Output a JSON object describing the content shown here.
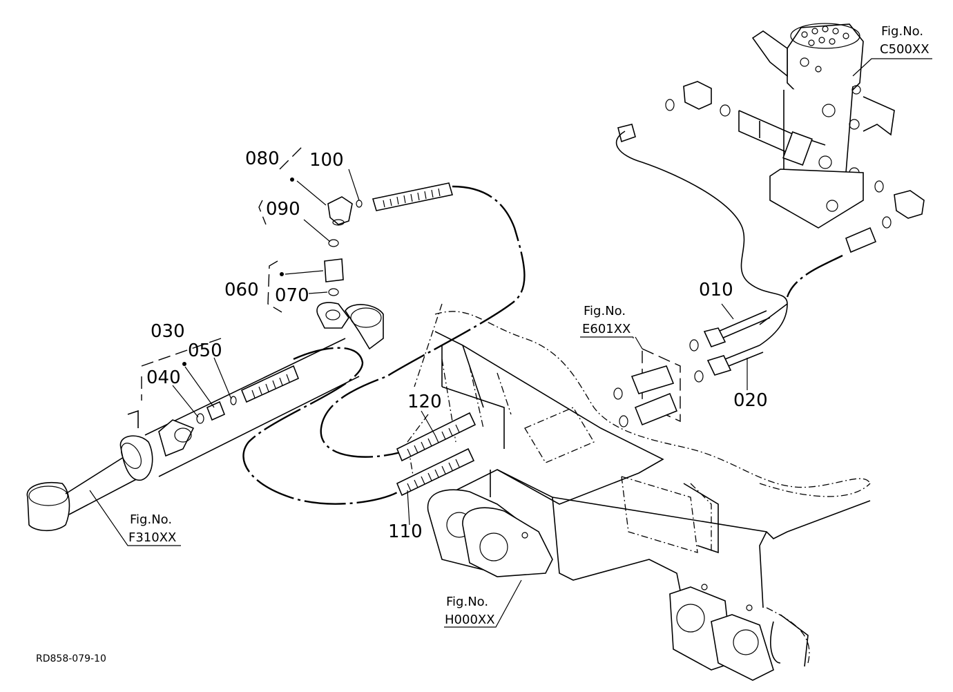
{
  "part_labels": {
    "p010": "010",
    "p020": "020",
    "p030": "030",
    "p040": "040",
    "p050": "050",
    "p060": "060",
    "p070": "070",
    "p080": "080",
    "p090": "090",
    "p100": "100",
    "p110": "110",
    "p120": "120"
  },
  "figure_refs": {
    "c500": {
      "line1": "Fig.No.",
      "line2": "C500XX"
    },
    "e601": {
      "line1": "Fig.No.",
      "line2": "E601XX"
    },
    "f310": {
      "line1": "Fig.No.",
      "line2": "F310XX"
    },
    "h000": {
      "line1": "Fig.No.",
      "line2": "H000XX"
    }
  },
  "drawing_code": "RD858-079-10"
}
